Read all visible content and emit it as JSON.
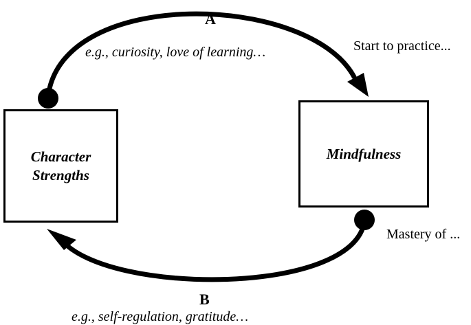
{
  "boxes": {
    "left": {
      "line1": "Character",
      "line2": "Strengths"
    },
    "right": {
      "line1": "Mindfulness"
    }
  },
  "paths": {
    "a": {
      "label": "A",
      "example": "e.g., curiosity, love of learning…",
      "note": "Start to practice..."
    },
    "b": {
      "label": "B",
      "example": "e.g., self-regulation, gratitude…",
      "note": "Mastery of ..."
    }
  },
  "colors": {
    "stroke": "#000000",
    "background": "#ffffff"
  }
}
